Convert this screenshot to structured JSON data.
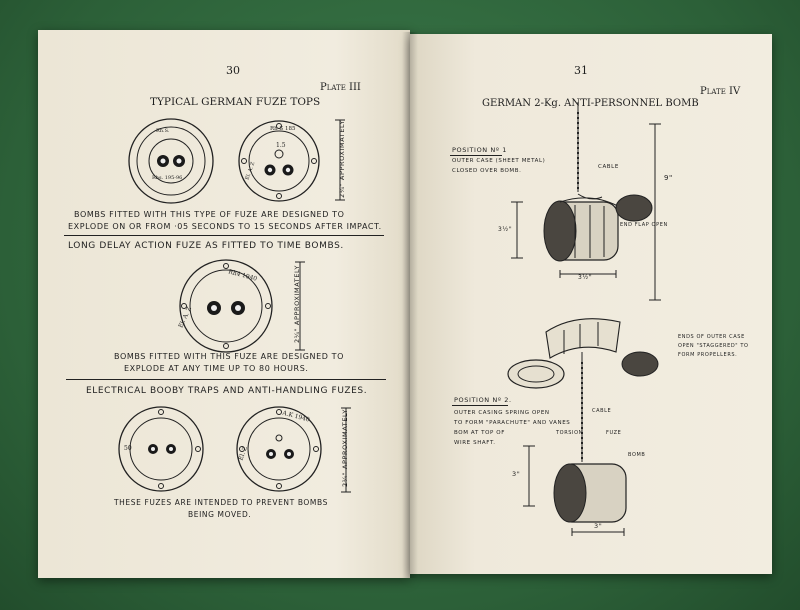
{
  "left_page": {
    "page_number": "30",
    "plate": "Plate III",
    "title": "TYPICAL GERMAN FUZE TOPS",
    "fuze1_text1": "Rh.S.",
    "fuze1_text2": "Rhs. 195-96",
    "fuze2_text1": "Rh S 185",
    "fuze2_text2": "El. A. Z",
    "fuze2_text3": "1.5",
    "dim1": "2¼\" APPROXIMATELY",
    "caption1_line1": "BOMBS FITTED WITH THIS TYPE OF FUZE ARE DESIGNED TO",
    "caption1_line2": "EXPLODE ON OR FROM ·05 SECONDS TO 15 SECONDS AFTER IMPACT.",
    "section2_title": "LONG DELAY ACTION FUZE AS FITTED TO TIME BOMBS.",
    "fuze3_text1": "Rh4 1940",
    "fuze3_text2": "El. A. Z",
    "dim2": "2¼\" APPROXIMATELY",
    "caption2_line1": "BOMBS FITTED WITH THIS FUZE ARE DESIGNED TO",
    "caption2_line2": "EXPLODE AT ANY TIME UP TO 80 HOURS.",
    "section3_title": "ELECTRICAL BOOBY TRAPS AND ANTI-HANDLING FUZES.",
    "fuze4_text": "50",
    "fuze5_text1": "A.K 1940",
    "fuze5_text2": "El. Z",
    "dim3": "2¼\" APPROXIMATELY",
    "caption3_line1": "THESE FUZES ARE INTENDED TO PREVENT BOMBS",
    "caption3_line2": "BEING MOVED."
  },
  "right_page": {
    "page_number": "31",
    "plate": "Plate IV",
    "title": "GERMAN 2-Kg. ANTI-PERSONNEL BOMB",
    "pos1_label": "POSITION Nº 1",
    "pos1_line1": "OUTER CASE (SHEET METAL)",
    "pos1_line2": "CLOSED OVER BOMB.",
    "cable_label": "CABLE",
    "end_flap_label": "END FLAP OPEN",
    "dim_9": "9\"",
    "dim_3_5a": "3½\"",
    "dim_3_5b": "3½\"",
    "ends_line1": "ENDS OF OUTER CASE",
    "ends_line2": "OPEN \"STAGGERED\" TO",
    "ends_line3": "FORM PROPELLERS.",
    "pos2_label": "POSITION Nº 2.",
    "pos2_line1": "OUTER CASING SPRING OPEN",
    "pos2_line2": "TO FORM \"PARACHUTE\" AND VANES",
    "pos2_line3": "BOM AT TOP OF",
    "pos2_line4": "WIRE SHAFT.",
    "cable_label2": "CABLE",
    "torsion_label": "TORSION",
    "fuze_label": "FUZE",
    "bomb_label": "BOMB",
    "dim_3a": "3\"",
    "dim_3b": "3\""
  }
}
